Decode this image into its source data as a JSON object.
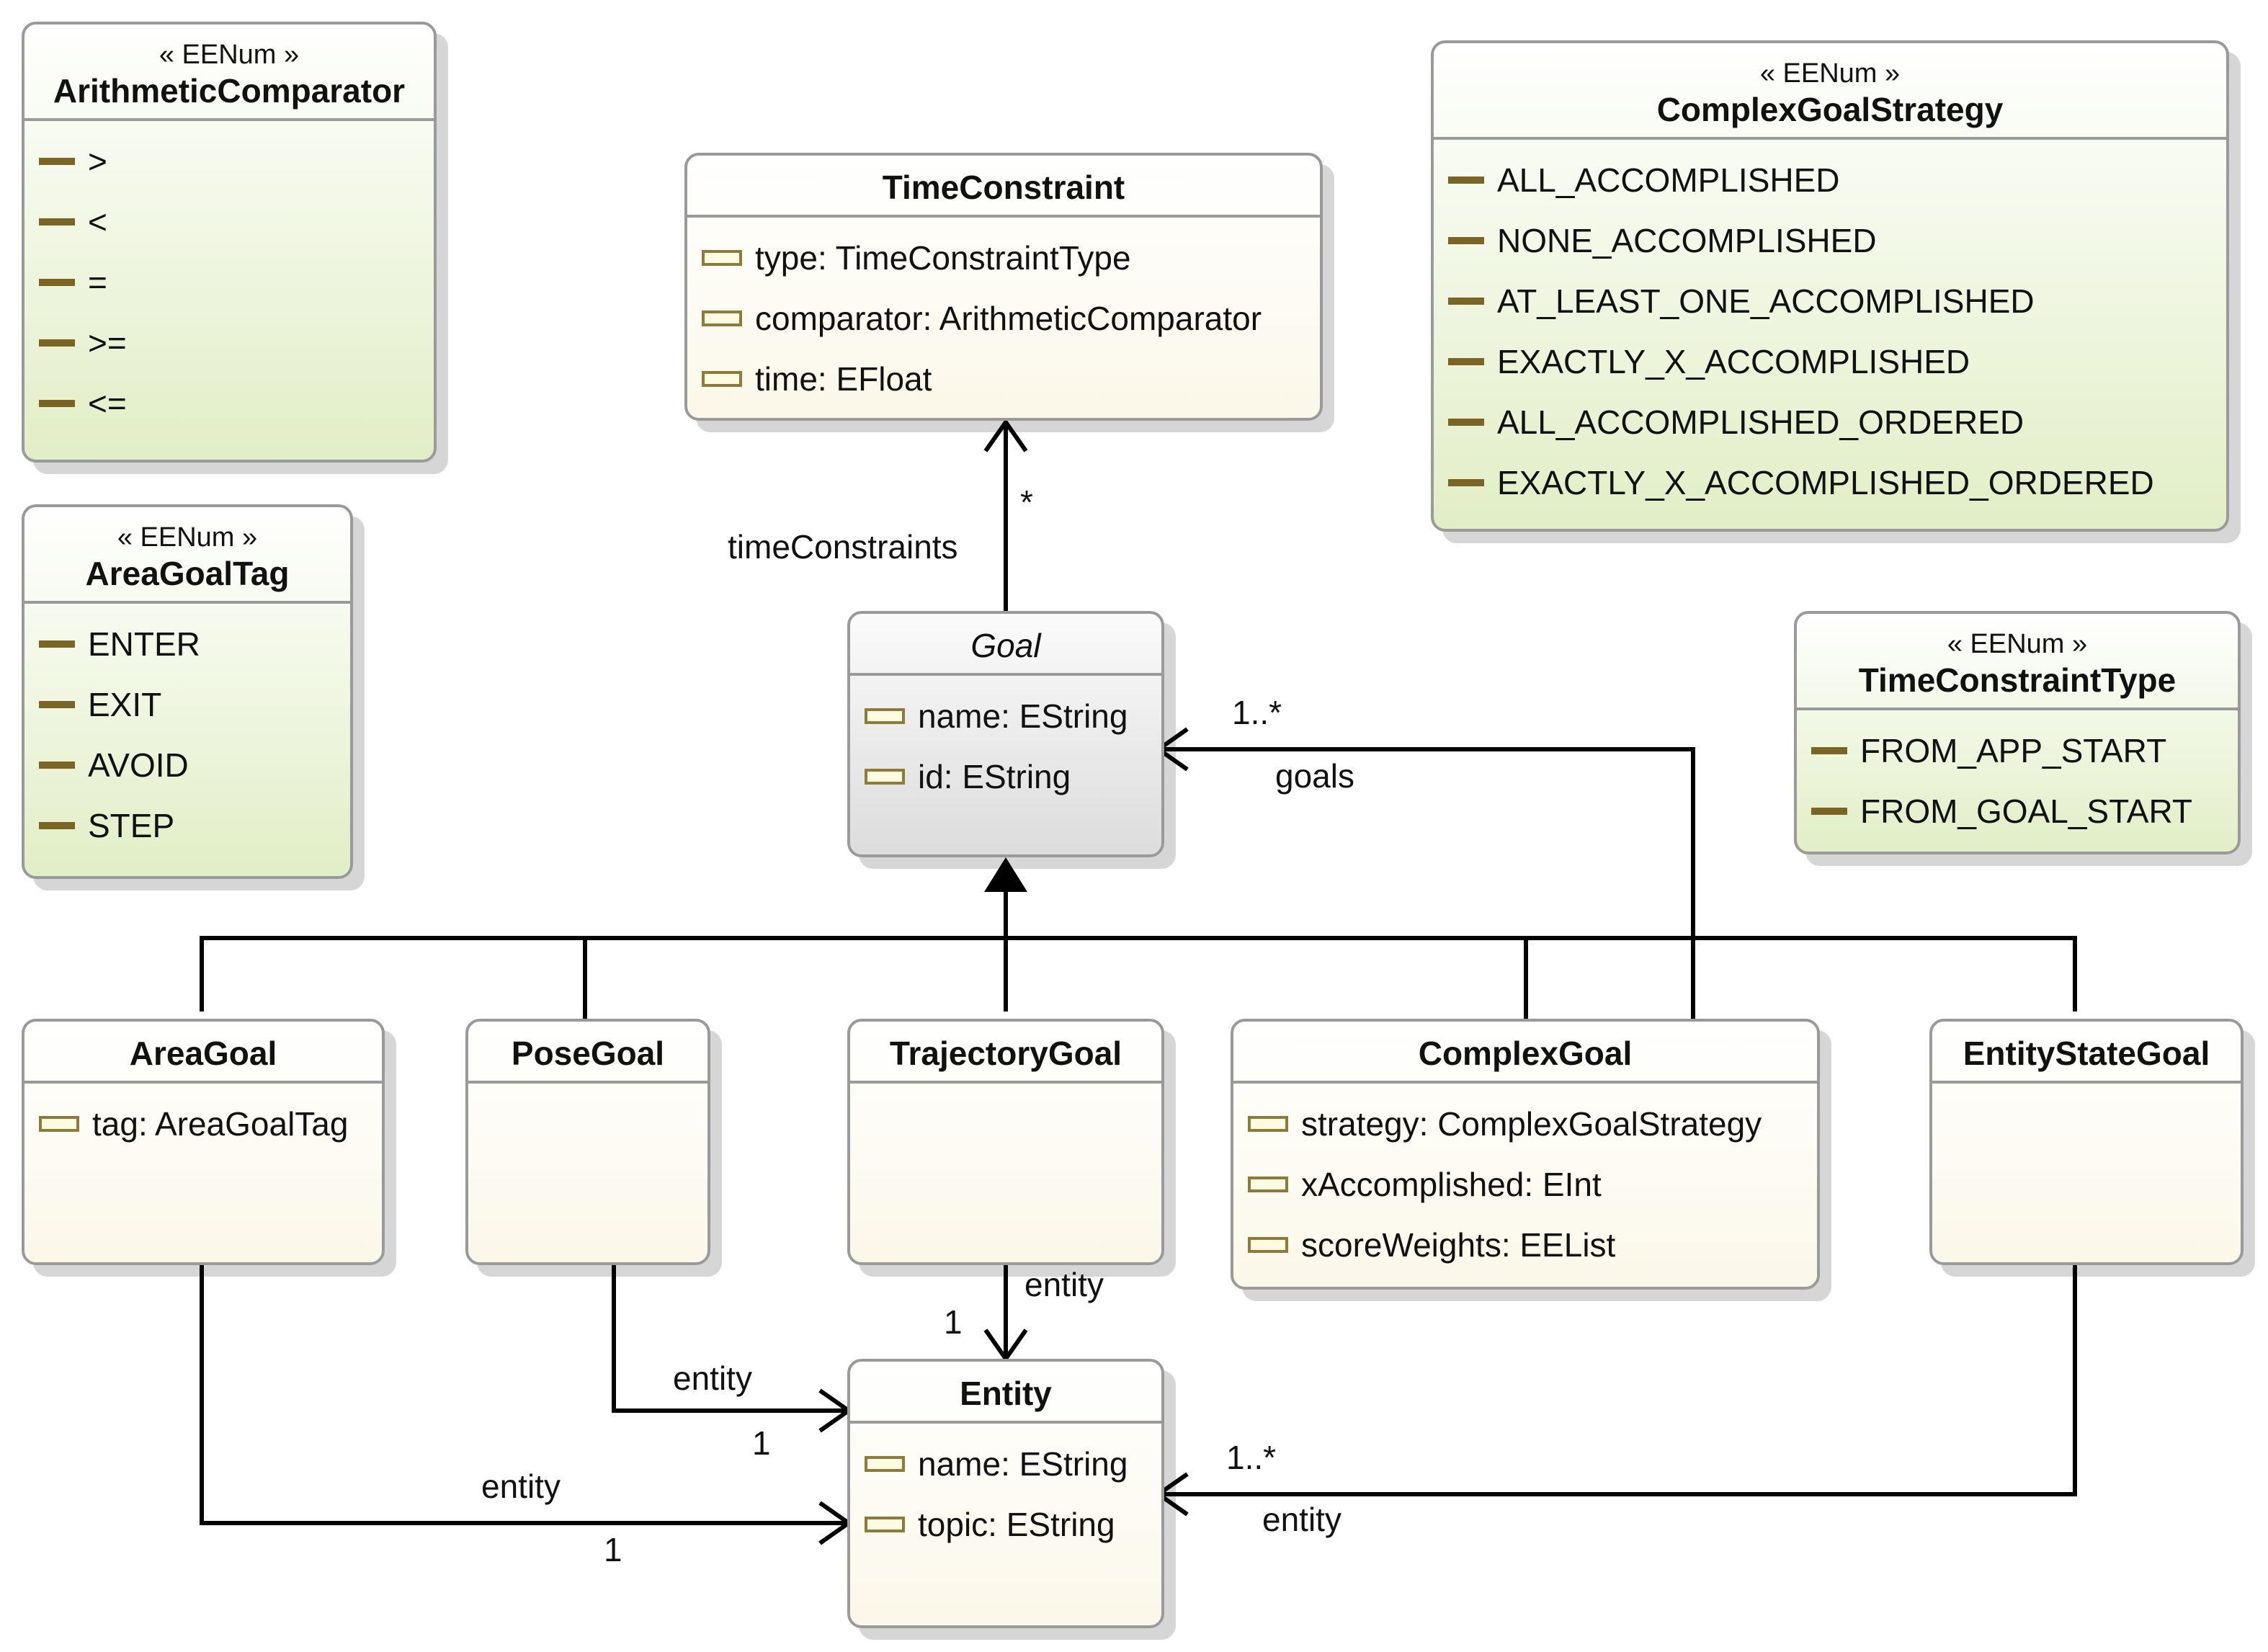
{
  "enums": {
    "arithmetic_comparator": {
      "stereotype": "« EENum »",
      "name": "ArithmeticComparator",
      "literals": [
        ">",
        "<",
        "=",
        ">=",
        "<="
      ]
    },
    "area_goal_tag": {
      "stereotype": "« EENum »",
      "name": "AreaGoalTag",
      "literals": [
        "ENTER",
        "EXIT",
        "AVOID",
        "STEP"
      ]
    },
    "complex_goal_strategy": {
      "stereotype": "« EENum »",
      "name": "ComplexGoalStrategy",
      "literals": [
        "ALL_ACCOMPLISHED",
        "NONE_ACCOMPLISHED",
        "AT_LEAST_ONE_ACCOMPLISHED",
        "EXACTLY_X_ACCOMPLISHED",
        "ALL_ACCOMPLISHED_ORDERED",
        "EXACTLY_X_ACCOMPLISHED_ORDERED"
      ]
    },
    "time_constraint_type": {
      "stereotype": "« EENum »",
      "name": "TimeConstraintType",
      "literals": [
        "FROM_APP_START",
        "FROM_GOAL_START"
      ]
    }
  },
  "classes": {
    "time_constraint": {
      "name": "TimeConstraint",
      "attributes": [
        "type: TimeConstraintType",
        "comparator: ArithmeticComparator",
        "time: EFloat"
      ]
    },
    "goal": {
      "name": "Goal",
      "abstract": true,
      "attributes": [
        "name: EString",
        "id: EString"
      ]
    },
    "area_goal": {
      "name": "AreaGoal",
      "attributes": [
        "tag: AreaGoalTag"
      ]
    },
    "pose_goal": {
      "name": "PoseGoal",
      "attributes": []
    },
    "trajectory_goal": {
      "name": "TrajectoryGoal",
      "attributes": []
    },
    "complex_goal": {
      "name": "ComplexGoal",
      "attributes": [
        "strategy: ComplexGoalStrategy",
        "xAccomplished: EInt",
        "scoreWeights: EEList"
      ]
    },
    "entity_state_goal": {
      "name": "EntityStateGoal",
      "attributes": []
    },
    "entity": {
      "name": "Entity",
      "attributes": [
        "name: EString",
        "topic: EString"
      ]
    }
  },
  "associations": {
    "time_constraints": {
      "role": "timeConstraints",
      "multiplicity": "*"
    },
    "goals": {
      "role": "goals",
      "multiplicity": "1..*"
    },
    "trajectory_entity": {
      "role": "entity",
      "multiplicity": "1"
    },
    "pose_entity": {
      "role": "entity",
      "multiplicity": "1"
    },
    "area_entity": {
      "role": "entity",
      "multiplicity": "1"
    },
    "entity_state_entity": {
      "role": "entity",
      "multiplicity": "1..*"
    }
  },
  "colors": {
    "class_fill": "#fbf8e9",
    "enum_fill": "#e2eec6",
    "abstract_fill": "#dcdcdc",
    "border": "#9a9a9a",
    "edge": "#000000",
    "attribute_icon": "#8f7a3a",
    "literal_icon": "#7a6526"
  }
}
